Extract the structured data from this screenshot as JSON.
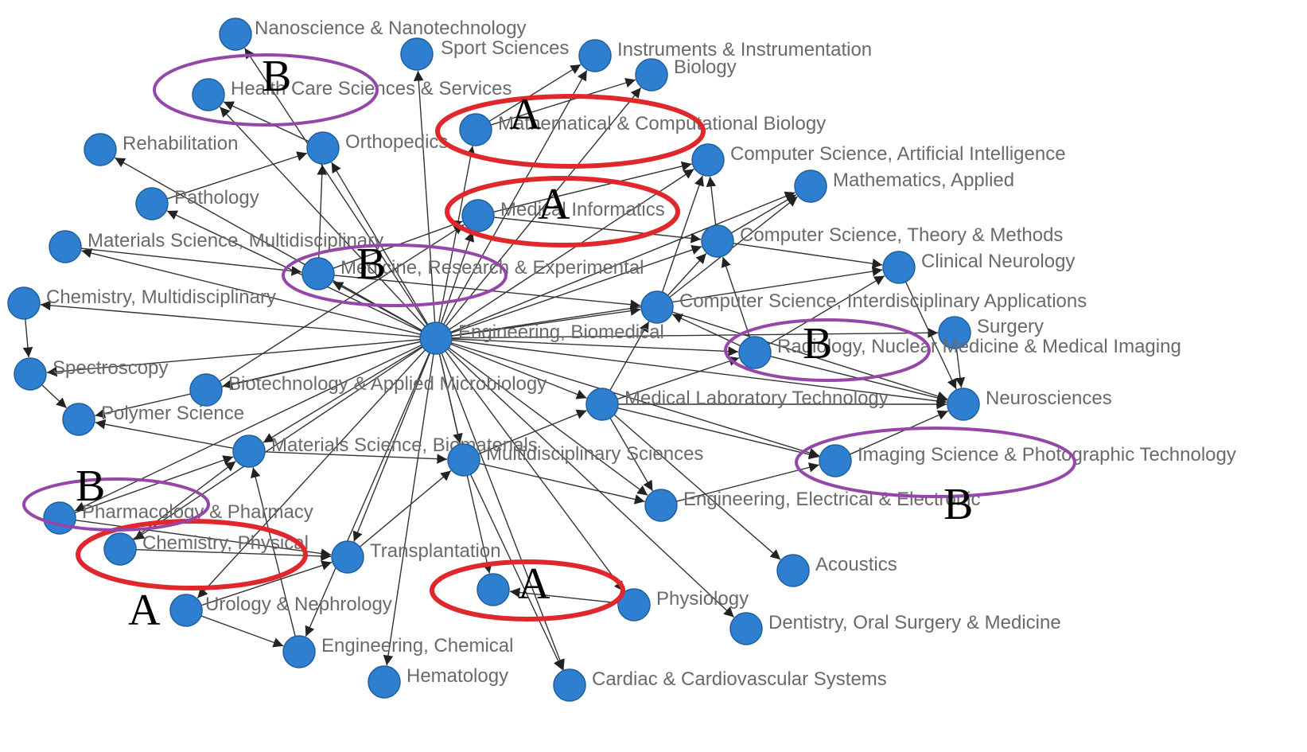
{
  "nodes": [
    {
      "id": "nano",
      "label": "Nanoscience & Nanotechnology"
    },
    {
      "id": "sport",
      "label": "Sport Sciences"
    },
    {
      "id": "instr",
      "label": "Instruments & Instrumentation"
    },
    {
      "id": "biology",
      "label": "Biology"
    },
    {
      "id": "health",
      "label": "Health Care Sciences & Services"
    },
    {
      "id": "mathcomp",
      "label": "Mathematical & Computational Biology"
    },
    {
      "id": "rehab",
      "label": "Rehabilitation"
    },
    {
      "id": "ortho",
      "label": "Orthopedics"
    },
    {
      "id": "csai",
      "label": "Computer Science, Artificial Intelligence"
    },
    {
      "id": "mathapp",
      "label": "Mathematics, Applied"
    },
    {
      "id": "patho",
      "label": "Pathology"
    },
    {
      "id": "medinf",
      "label": "Medical Informatics"
    },
    {
      "id": "cstheory",
      "label": "Computer Science, Theory & Methods"
    },
    {
      "id": "matmulti",
      "label": "Materials Science, Multidisciplinary"
    },
    {
      "id": "clinneuro",
      "label": "Clinical Neurology"
    },
    {
      "id": "medres",
      "label": "Medicine, Research & Experimental"
    },
    {
      "id": "chemmulti",
      "label": "Chemistry, Multidisciplinary"
    },
    {
      "id": "csinter",
      "label": "Computer Science, Interdisciplinary Applications"
    },
    {
      "id": "surgery",
      "label": "Surgery"
    },
    {
      "id": "engbio",
      "label": "Engineering, Biomedical"
    },
    {
      "id": "radio",
      "label": "Radiology, Nuclear Medicine & Medical Imaging"
    },
    {
      "id": "spectro",
      "label": "Spectroscopy"
    },
    {
      "id": "biotech",
      "label": "Biotechnology & Applied Microbiology"
    },
    {
      "id": "medlab",
      "label": "Medical Laboratory Technology"
    },
    {
      "id": "neuro",
      "label": "Neurosciences"
    },
    {
      "id": "polymer",
      "label": "Polymer Science"
    },
    {
      "id": "matbio",
      "label": "Materials Science, Biomaterials"
    },
    {
      "id": "multisci",
      "label": "Multidisciplinary Sciences"
    },
    {
      "id": "imaging",
      "label": "Imaging Science & Photographic Technology"
    },
    {
      "id": "pharma",
      "label": "Pharmacology & Pharmacy"
    },
    {
      "id": "engelec",
      "label": "Engineering, Electrical & Electronic"
    },
    {
      "id": "chemphys",
      "label": "Chemistry, Physical"
    },
    {
      "id": "transplant",
      "label": "Transplantation"
    },
    {
      "id": "acoustics",
      "label": "Acoustics"
    },
    {
      "id": "unknown",
      "label": ""
    },
    {
      "id": "physio",
      "label": "Physiology"
    },
    {
      "id": "urology",
      "label": "Urology & Nephrology"
    },
    {
      "id": "dentistry",
      "label": "Dentistry, Oral Surgery & Medicine"
    },
    {
      "id": "engchem",
      "label": "Engineering, Chemical"
    },
    {
      "id": "hemato",
      "label": "Hematology"
    },
    {
      "id": "cardiac",
      "label": "Cardiac & Cardiovascular Systems"
    }
  ],
  "edges": [
    [
      "engbio",
      "health"
    ],
    [
      "engbio",
      "ortho"
    ],
    [
      "engbio",
      "patho"
    ],
    [
      "engbio",
      "rehab"
    ],
    [
      "engbio",
      "matmulti"
    ],
    [
      "engbio",
      "medres"
    ],
    [
      "engbio",
      "chemmulti"
    ],
    [
      "engbio",
      "spectro"
    ],
    [
      "engbio",
      "biotech"
    ],
    [
      "engbio",
      "polymer"
    ],
    [
      "engbio",
      "matbio"
    ],
    [
      "engbio",
      "pharma"
    ],
    [
      "engbio",
      "chemphys"
    ],
    [
      "engbio",
      "transplant"
    ],
    [
      "engbio",
      "urology"
    ],
    [
      "engbio",
      "engchem"
    ],
    [
      "engbio",
      "hemato"
    ],
    [
      "engbio",
      "multisci"
    ],
    [
      "engbio",
      "unknown"
    ],
    [
      "engbio",
      "cardiac"
    ],
    [
      "engbio",
      "physio"
    ],
    [
      "engbio",
      "dentistry"
    ],
    [
      "engbio",
      "medlab"
    ],
    [
      "engbio",
      "engelec"
    ],
    [
      "engbio",
      "imaging"
    ],
    [
      "engbio",
      "neuro"
    ],
    [
      "engbio",
      "radio"
    ],
    [
      "engbio",
      "surgery"
    ],
    [
      "engbio",
      "csinter"
    ],
    [
      "engbio",
      "clinneuro"
    ],
    [
      "engbio",
      "cstheory"
    ],
    [
      "engbio",
      "mathapp"
    ],
    [
      "engbio",
      "csai"
    ],
    [
      "engbio",
      "medinf"
    ],
    [
      "engbio",
      "mathcomp"
    ],
    [
      "engbio",
      "biology"
    ],
    [
      "engbio",
      "instr"
    ],
    [
      "engbio",
      "sport"
    ],
    [
      "engbio",
      "nano"
    ],
    [
      "mathcomp",
      "biology"
    ],
    [
      "mathcomp",
      "instr"
    ],
    [
      "medinf",
      "csai"
    ],
    [
      "medinf",
      "cstheory"
    ],
    [
      "csinter",
      "csai"
    ],
    [
      "csinter",
      "cstheory"
    ],
    [
      "csinter",
      "mathapp"
    ],
    [
      "cstheory",
      "csai"
    ],
    [
      "cstheory",
      "mathapp"
    ],
    [
      "cstheory",
      "clinneuro"
    ],
    [
      "radio",
      "csinter"
    ],
    [
      "radio",
      "cstheory"
    ],
    [
      "radio",
      "neuro"
    ],
    [
      "radio",
      "clinneuro"
    ],
    [
      "medlab",
      "csinter"
    ],
    [
      "medlab",
      "radio"
    ],
    [
      "medlab",
      "neuro"
    ],
    [
      "medlab",
      "imaging"
    ],
    [
      "medlab",
      "engelec"
    ],
    [
      "medlab",
      "acoustics"
    ],
    [
      "surgery",
      "neuro"
    ],
    [
      "clinneuro",
      "neuro"
    ],
    [
      "imaging",
      "neuro"
    ],
    [
      "engelec",
      "imaging"
    ],
    [
      "csinter",
      "neuro"
    ],
    [
      "multisci",
      "medlab"
    ],
    [
      "multisci",
      "engelec"
    ],
    [
      "multisci",
      "cardiac"
    ],
    [
      "physio",
      "unknown"
    ],
    [
      "matbio",
      "multisci"
    ],
    [
      "matbio",
      "polymer"
    ],
    [
      "pharma",
      "matbio"
    ],
    [
      "chemphys",
      "matbio"
    ],
    [
      "urology",
      "transplant"
    ],
    [
      "urology",
      "engchem"
    ],
    [
      "transplant",
      "multisci"
    ],
    [
      "patho",
      "ortho"
    ],
    [
      "ortho",
      "health"
    ],
    [
      "chemmulti",
      "spectro"
    ],
    [
      "spectro",
      "polymer"
    ],
    [
      "medres",
      "ortho"
    ],
    [
      "medres",
      "medinf"
    ],
    [
      "matmulti",
      "medres"
    ],
    [
      "biotech",
      "medinf"
    ],
    [
      "chemphys",
      "transplant"
    ],
    [
      "pharma",
      "transplant"
    ],
    [
      "engchem",
      "matbio"
    ],
    [
      "medres",
      "csinter"
    ]
  ],
  "annotations": [
    {
      "id": "A-mathcomp",
      "letter": "A",
      "color": "#e0282c"
    },
    {
      "id": "A-medinf",
      "letter": "A",
      "color": "#e0282c"
    },
    {
      "id": "A-chemphys",
      "letter": "A",
      "color": "#e0282c"
    },
    {
      "id": "A-unknown",
      "letter": "A",
      "color": "#e0282c"
    },
    {
      "id": "B-health",
      "letter": "B",
      "color": "#9646a8"
    },
    {
      "id": "B-medres",
      "letter": "B",
      "color": "#9646a8"
    },
    {
      "id": "B-radio",
      "letter": "B",
      "color": "#9646a8"
    },
    {
      "id": "B-pharma",
      "letter": "B",
      "color": "#9646a8"
    },
    {
      "id": "B-imaging",
      "letter": "B",
      "color": "#9646a8"
    }
  ]
}
